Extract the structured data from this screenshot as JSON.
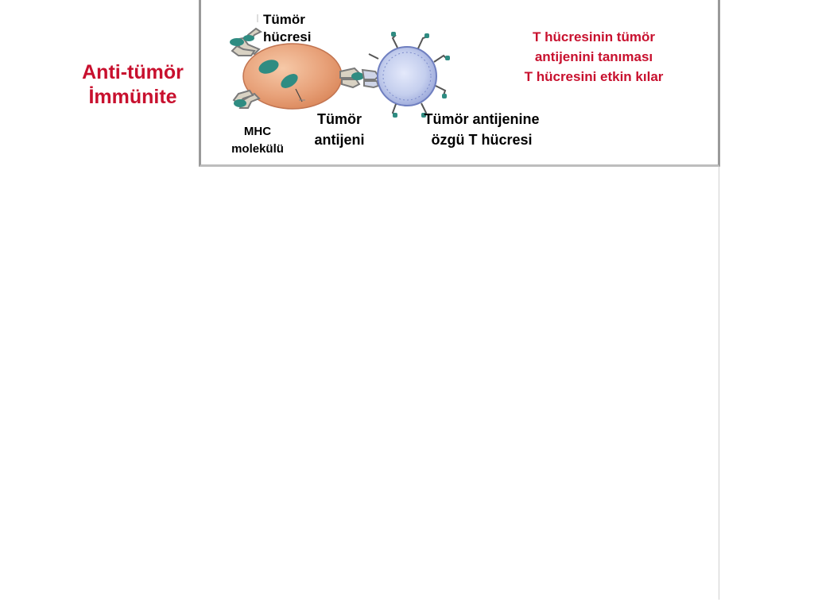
{
  "heading": {
    "line1": "Anti-tümör",
    "line2": "İmmünite"
  },
  "diagram": {
    "tumor_cell_label": {
      "line1": "Tümör",
      "line2": "hücresi"
    },
    "antigen_label": {
      "line1": "Tümör",
      "line2": "antijeni"
    },
    "mhc_label": {
      "line1": "MHC",
      "line2": "molekülü"
    },
    "tcell_label": {
      "line1": "Tümör antijenine",
      "line2": "özgü T hücresi"
    },
    "note": {
      "line1": "T hücresinin tümör",
      "line2": "antijenini tanıması",
      "line3": "T hücresini etkin kılar"
    }
  },
  "colors": {
    "heading": "#c8102e",
    "tumor_cell": "#e8a27a",
    "t_cell": "#c5cfee",
    "antigen": "#2f8c82"
  }
}
